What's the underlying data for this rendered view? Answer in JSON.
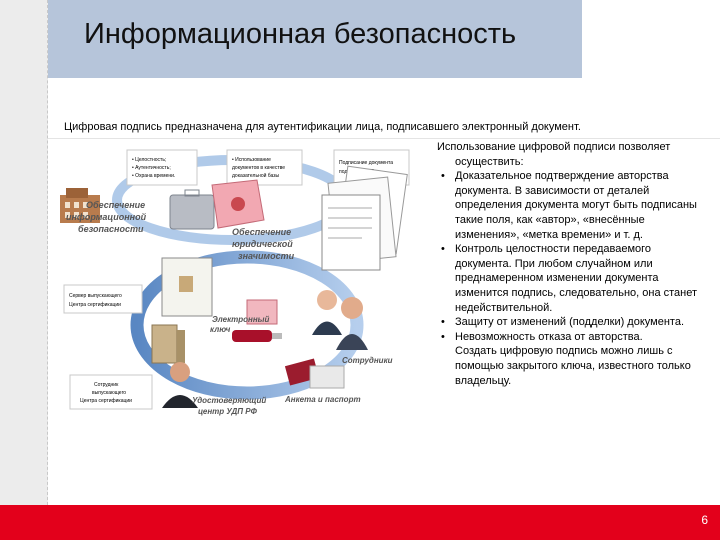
{
  "title": "Информационная безопасность",
  "intro": "Цифровая подпись предназначена для аутентификации лица, подписавшего электронный документ.",
  "diagram": {
    "box1_lines": [
      "• Целостность;",
      "• Аутентичность;",
      "• Охрана времени."
    ],
    "box2_lines": [
      "• Использование",
      "документов в качестве",
      "доказательной базы"
    ],
    "box3_lines": [
      "Подписание документа",
      "подписью ЭЦП"
    ],
    "box4_lines": [
      "Сервер выпускающего",
      "Центра сертификации"
    ],
    "box5_lines": [
      "Сотрудник",
      "выпускающего",
      "Центра сертификации"
    ],
    "label_security": [
      "Обеспечение",
      "информационной",
      "безопасности"
    ],
    "label_legal": [
      "Обеспечение",
      "юридической",
      "значимости"
    ],
    "label_key": [
      "Электронный",
      "ключ"
    ],
    "label_staff": "Сотрудники",
    "label_center": [
      "Удостоверяющий",
      "центр УДП РФ"
    ],
    "label_passport": "Анкета и паспорт"
  },
  "right": {
    "lead": "Использование цифровой подписи позволяет осуществить:",
    "bullets": [
      "Доказательное подтверждение авторства документа. В зависимости от деталей определения документа могут быть подписаны такие поля, как «автор», «внесённые изменения», «метка времени» и т. д.",
      "Контроль целостности передаваемого документа. При любом случайном или преднамеренном изменении документа изменится подпись, следовательно, она станет недействительной.",
      "Защиту от изменений (подделки) документа.",
      "Невозможность отказа от авторства."
    ],
    "tail": "Создать цифровую подпись можно лишь с помощью закрытого ключа, известного только владельцу."
  },
  "page_number": "6",
  "colors": {
    "title_bar": "#b6c5da",
    "footer": "#e3001b",
    "arrow": "#4f83c4"
  }
}
